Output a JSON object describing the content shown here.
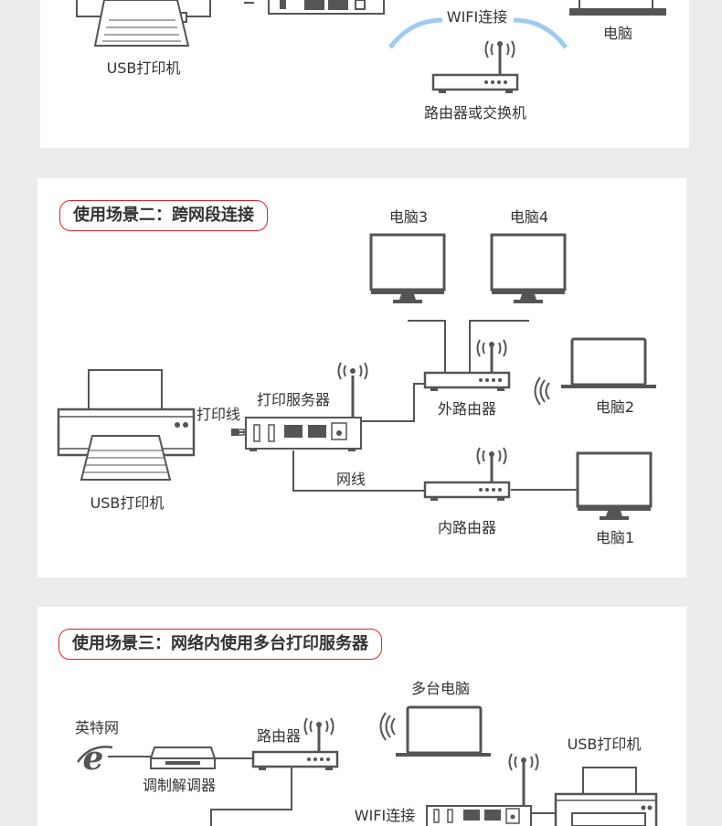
{
  "scene1": {
    "printer_label": "USB打印机",
    "wifi_label": "WIFI连接",
    "computer_label": "电脑",
    "router_label": "路由器或交换机"
  },
  "scene2": {
    "title": "使用场景二：跨网段连接",
    "printer_label": "USB打印机",
    "cable_label": "打印线",
    "server_label": "打印服务器",
    "network_cable_label": "网线",
    "outer_router_label": "外路由器",
    "inner_router_label": "内路由器",
    "pc1_label": "电脑1",
    "pc2_label": "电脑2",
    "pc3_label": "电脑3",
    "pc4_label": "电脑4"
  },
  "scene3": {
    "title": "使用场景三：网络内使用多台打印服务器",
    "internet_label": "英特网",
    "modem_label": "调制解调器",
    "router_label": "路由器",
    "multi_pc_label": "多台电脑",
    "printer_label": "USB打印机",
    "wifi_label": "WIFI连接"
  },
  "colors": {
    "accent": "#d9232d",
    "line": "#555555",
    "wifi_arc": "#9ecbf0",
    "background": "#ececec"
  }
}
